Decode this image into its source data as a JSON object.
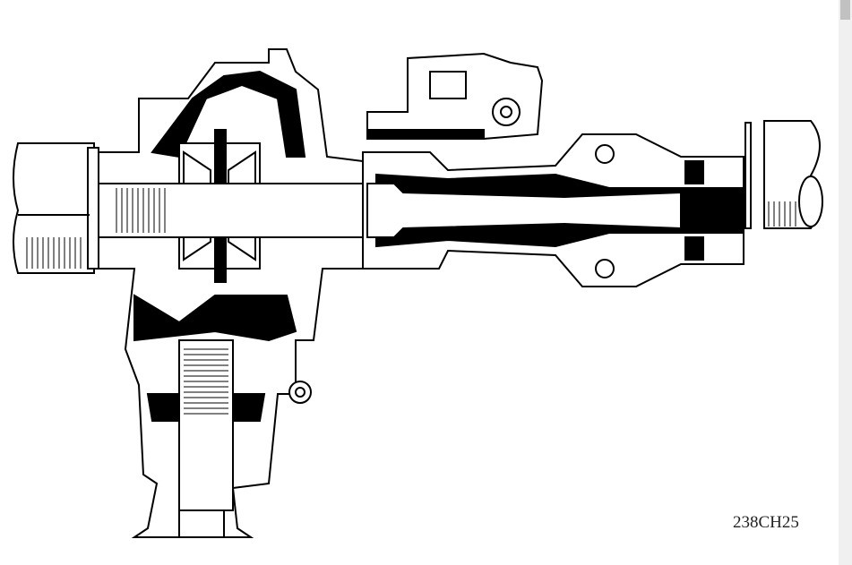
{
  "figure": {
    "caption": "238CH25",
    "subject": "differential-cutaway-drawing"
  },
  "colors": {
    "ink": "#000000",
    "paper": "#ffffff",
    "scrollbar_track": "#f0f0f0",
    "scrollbar_thumb": "#c1c1c1"
  },
  "scroll": {
    "position_fraction": 0
  }
}
